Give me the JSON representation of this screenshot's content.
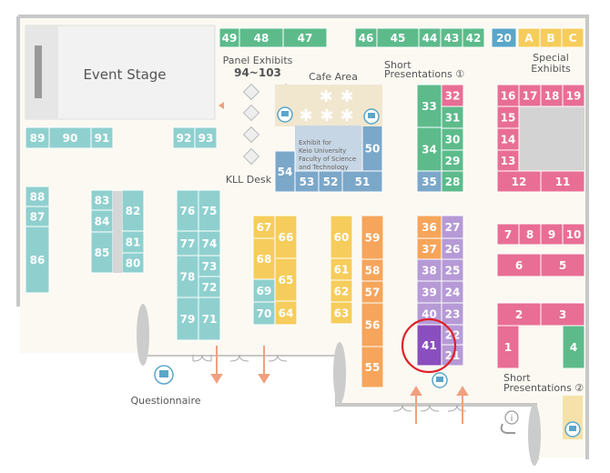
{
  "labels": {
    "event_stage": "Event Stage",
    "panel_exhibits": "Panel Exhibits",
    "panel_range": "94~103",
    "cafe_area": "Cafe Area",
    "short_pres_1": "Short",
    "short_pres_1b": "Presentations ①",
    "special": "Special",
    "special_b": "Exhibits",
    "kll_desk": "KLL Desk",
    "exhibit_for_1": "Exhibit for",
    "exhibit_for_2": "Keio University",
    "exhibit_for_3": "Faculty of Science",
    "exhibit_for_4": "and Technology",
    "questionnaire": "Questionnaire",
    "short_pres_2": "Short",
    "short_pres_2b": "Presentations ②",
    "info_glyph": "i"
  },
  "colors": {
    "green": "#5dbb8b",
    "blue": "#5aa6c9",
    "teal": "#8fd0cf",
    "steel": "#7ba7c9",
    "orange": "#f6a55b",
    "yellow": "#f6cd5c",
    "purple": "#b69ad6",
    "pink": "#e86e95",
    "lightpink": "#f3a9c0",
    "beige": "#f1e7cf",
    "highlight_booth": "#8a4fbe",
    "highlight_ring": "#e02027",
    "wall": "#c8c8c8",
    "arrow": "#f0a07e"
  },
  "booths": [
    {
      "id": "49",
      "label": "49",
      "color": "green"
    },
    {
      "id": "48",
      "label": "48",
      "color": "green"
    },
    {
      "id": "47",
      "label": "47",
      "color": "green"
    },
    {
      "id": "46",
      "label": "46",
      "color": "green"
    },
    {
      "id": "45",
      "label": "45",
      "color": "green"
    },
    {
      "id": "44",
      "label": "44",
      "color": "green"
    },
    {
      "id": "43",
      "label": "43",
      "color": "green"
    },
    {
      "id": "42",
      "label": "42",
      "color": "green"
    },
    {
      "id": "20",
      "label": "20",
      "color": "blue"
    },
    {
      "id": "A",
      "label": "A",
      "color": "yellow"
    },
    {
      "id": "B",
      "label": "B",
      "color": "yellow"
    },
    {
      "id": "C",
      "label": "C",
      "color": "yellow"
    },
    {
      "id": "89",
      "label": "89",
      "color": "teal"
    },
    {
      "id": "90",
      "label": "90",
      "color": "teal"
    },
    {
      "id": "91",
      "label": "91",
      "color": "teal"
    },
    {
      "id": "92",
      "label": "92",
      "color": "teal"
    },
    {
      "id": "93",
      "label": "93",
      "color": "teal"
    },
    {
      "id": "33",
      "label": "33",
      "color": "green"
    },
    {
      "id": "34",
      "label": "34",
      "color": "green"
    },
    {
      "id": "35",
      "label": "35",
      "color": "steel"
    },
    {
      "id": "32",
      "label": "32",
      "color": "pink"
    },
    {
      "id": "31",
      "label": "31",
      "color": "green"
    },
    {
      "id": "30",
      "label": "30",
      "color": "green"
    },
    {
      "id": "29",
      "label": "29",
      "color": "green"
    },
    {
      "id": "28",
      "label": "28",
      "color": "green"
    },
    {
      "id": "50",
      "label": "50",
      "color": "steel"
    },
    {
      "id": "51",
      "label": "51",
      "color": "steel"
    },
    {
      "id": "52",
      "label": "52",
      "color": "steel"
    },
    {
      "id": "53",
      "label": "53",
      "color": "steel"
    },
    {
      "id": "54",
      "label": "54",
      "color": "steel"
    },
    {
      "id": "16",
      "label": "16",
      "color": "pink"
    },
    {
      "id": "17",
      "label": "17",
      "color": "pink"
    },
    {
      "id": "18",
      "label": "18",
      "color": "pink"
    },
    {
      "id": "19",
      "label": "19",
      "color": "pink"
    },
    {
      "id": "15",
      "label": "15",
      "color": "pink"
    },
    {
      "id": "14",
      "label": "14",
      "color": "pink"
    },
    {
      "id": "13",
      "label": "13",
      "color": "pink"
    },
    {
      "id": "12",
      "label": "12",
      "color": "pink"
    },
    {
      "id": "11",
      "label": "11",
      "color": "pink"
    },
    {
      "id": "88",
      "label": "88",
      "color": "teal"
    },
    {
      "id": "87",
      "label": "87",
      "color": "teal"
    },
    {
      "id": "86",
      "label": "86",
      "color": "teal"
    },
    {
      "id": "83",
      "label": "83",
      "color": "teal"
    },
    {
      "id": "84",
      "label": "84",
      "color": "teal"
    },
    {
      "id": "85",
      "label": "85",
      "color": "teal"
    },
    {
      "id": "82",
      "label": "82",
      "color": "teal"
    },
    {
      "id": "81",
      "label": "81",
      "color": "teal"
    },
    {
      "id": "80",
      "label": "80",
      "color": "teal"
    },
    {
      "id": "76",
      "label": "76",
      "color": "teal"
    },
    {
      "id": "75",
      "label": "75",
      "color": "teal"
    },
    {
      "id": "77",
      "label": "77",
      "color": "teal"
    },
    {
      "id": "74",
      "label": "74",
      "color": "teal"
    },
    {
      "id": "78",
      "label": "78",
      "color": "teal"
    },
    {
      "id": "73",
      "label": "73",
      "color": "teal"
    },
    {
      "id": "72",
      "label": "72",
      "color": "teal"
    },
    {
      "id": "79",
      "label": "79",
      "color": "teal"
    },
    {
      "id": "71",
      "label": "71",
      "color": "teal"
    },
    {
      "id": "67",
      "label": "67",
      "color": "yellow"
    },
    {
      "id": "66",
      "label": "66",
      "color": "yellow"
    },
    {
      "id": "68",
      "label": "68",
      "color": "yellow"
    },
    {
      "id": "65",
      "label": "65",
      "color": "yellow"
    },
    {
      "id": "69",
      "label": "69",
      "color": "teal"
    },
    {
      "id": "70",
      "label": "70",
      "color": "teal"
    },
    {
      "id": "64",
      "label": "64",
      "color": "yellow"
    },
    {
      "id": "60",
      "label": "60",
      "color": "yellow"
    },
    {
      "id": "61",
      "label": "61",
      "color": "yellow"
    },
    {
      "id": "62",
      "label": "62",
      "color": "yellow"
    },
    {
      "id": "63",
      "label": "63",
      "color": "yellow"
    },
    {
      "id": "59",
      "label": "59",
      "color": "orange"
    },
    {
      "id": "58",
      "label": "58",
      "color": "orange"
    },
    {
      "id": "57",
      "label": "57",
      "color": "orange"
    },
    {
      "id": "56",
      "label": "56",
      "color": "orange"
    },
    {
      "id": "55",
      "label": "55",
      "color": "orange"
    },
    {
      "id": "36",
      "label": "36",
      "color": "orange"
    },
    {
      "id": "37",
      "label": "37",
      "color": "orange"
    },
    {
      "id": "38",
      "label": "38",
      "color": "purple"
    },
    {
      "id": "39",
      "label": "39",
      "color": "purple"
    },
    {
      "id": "40",
      "label": "40",
      "color": "purple"
    },
    {
      "id": "41",
      "label": "41",
      "color": "highlight_booth"
    },
    {
      "id": "27",
      "label": "27",
      "color": "purple"
    },
    {
      "id": "26",
      "label": "26",
      "color": "purple"
    },
    {
      "id": "25",
      "label": "25",
      "color": "purple"
    },
    {
      "id": "24",
      "label": "24",
      "color": "purple"
    },
    {
      "id": "23",
      "label": "23",
      "color": "purple"
    },
    {
      "id": "22",
      "label": "22",
      "color": "purple"
    },
    {
      "id": "21",
      "label": "21",
      "color": "purple"
    },
    {
      "id": "7",
      "label": "7",
      "color": "pink"
    },
    {
      "id": "8",
      "label": "8",
      "color": "pink"
    },
    {
      "id": "9",
      "label": "9",
      "color": "pink"
    },
    {
      "id": "10",
      "label": "10",
      "color": "pink"
    },
    {
      "id": "6",
      "label": "6",
      "color": "pink"
    },
    {
      "id": "5",
      "label": "5",
      "color": "pink"
    },
    {
      "id": "2",
      "label": "2",
      "color": "pink"
    },
    {
      "id": "3",
      "label": "3",
      "color": "pink"
    },
    {
      "id": "1",
      "label": "1",
      "color": "pink"
    },
    {
      "id": "4",
      "label": "4",
      "color": "green"
    }
  ],
  "highlighted_booth": "41"
}
